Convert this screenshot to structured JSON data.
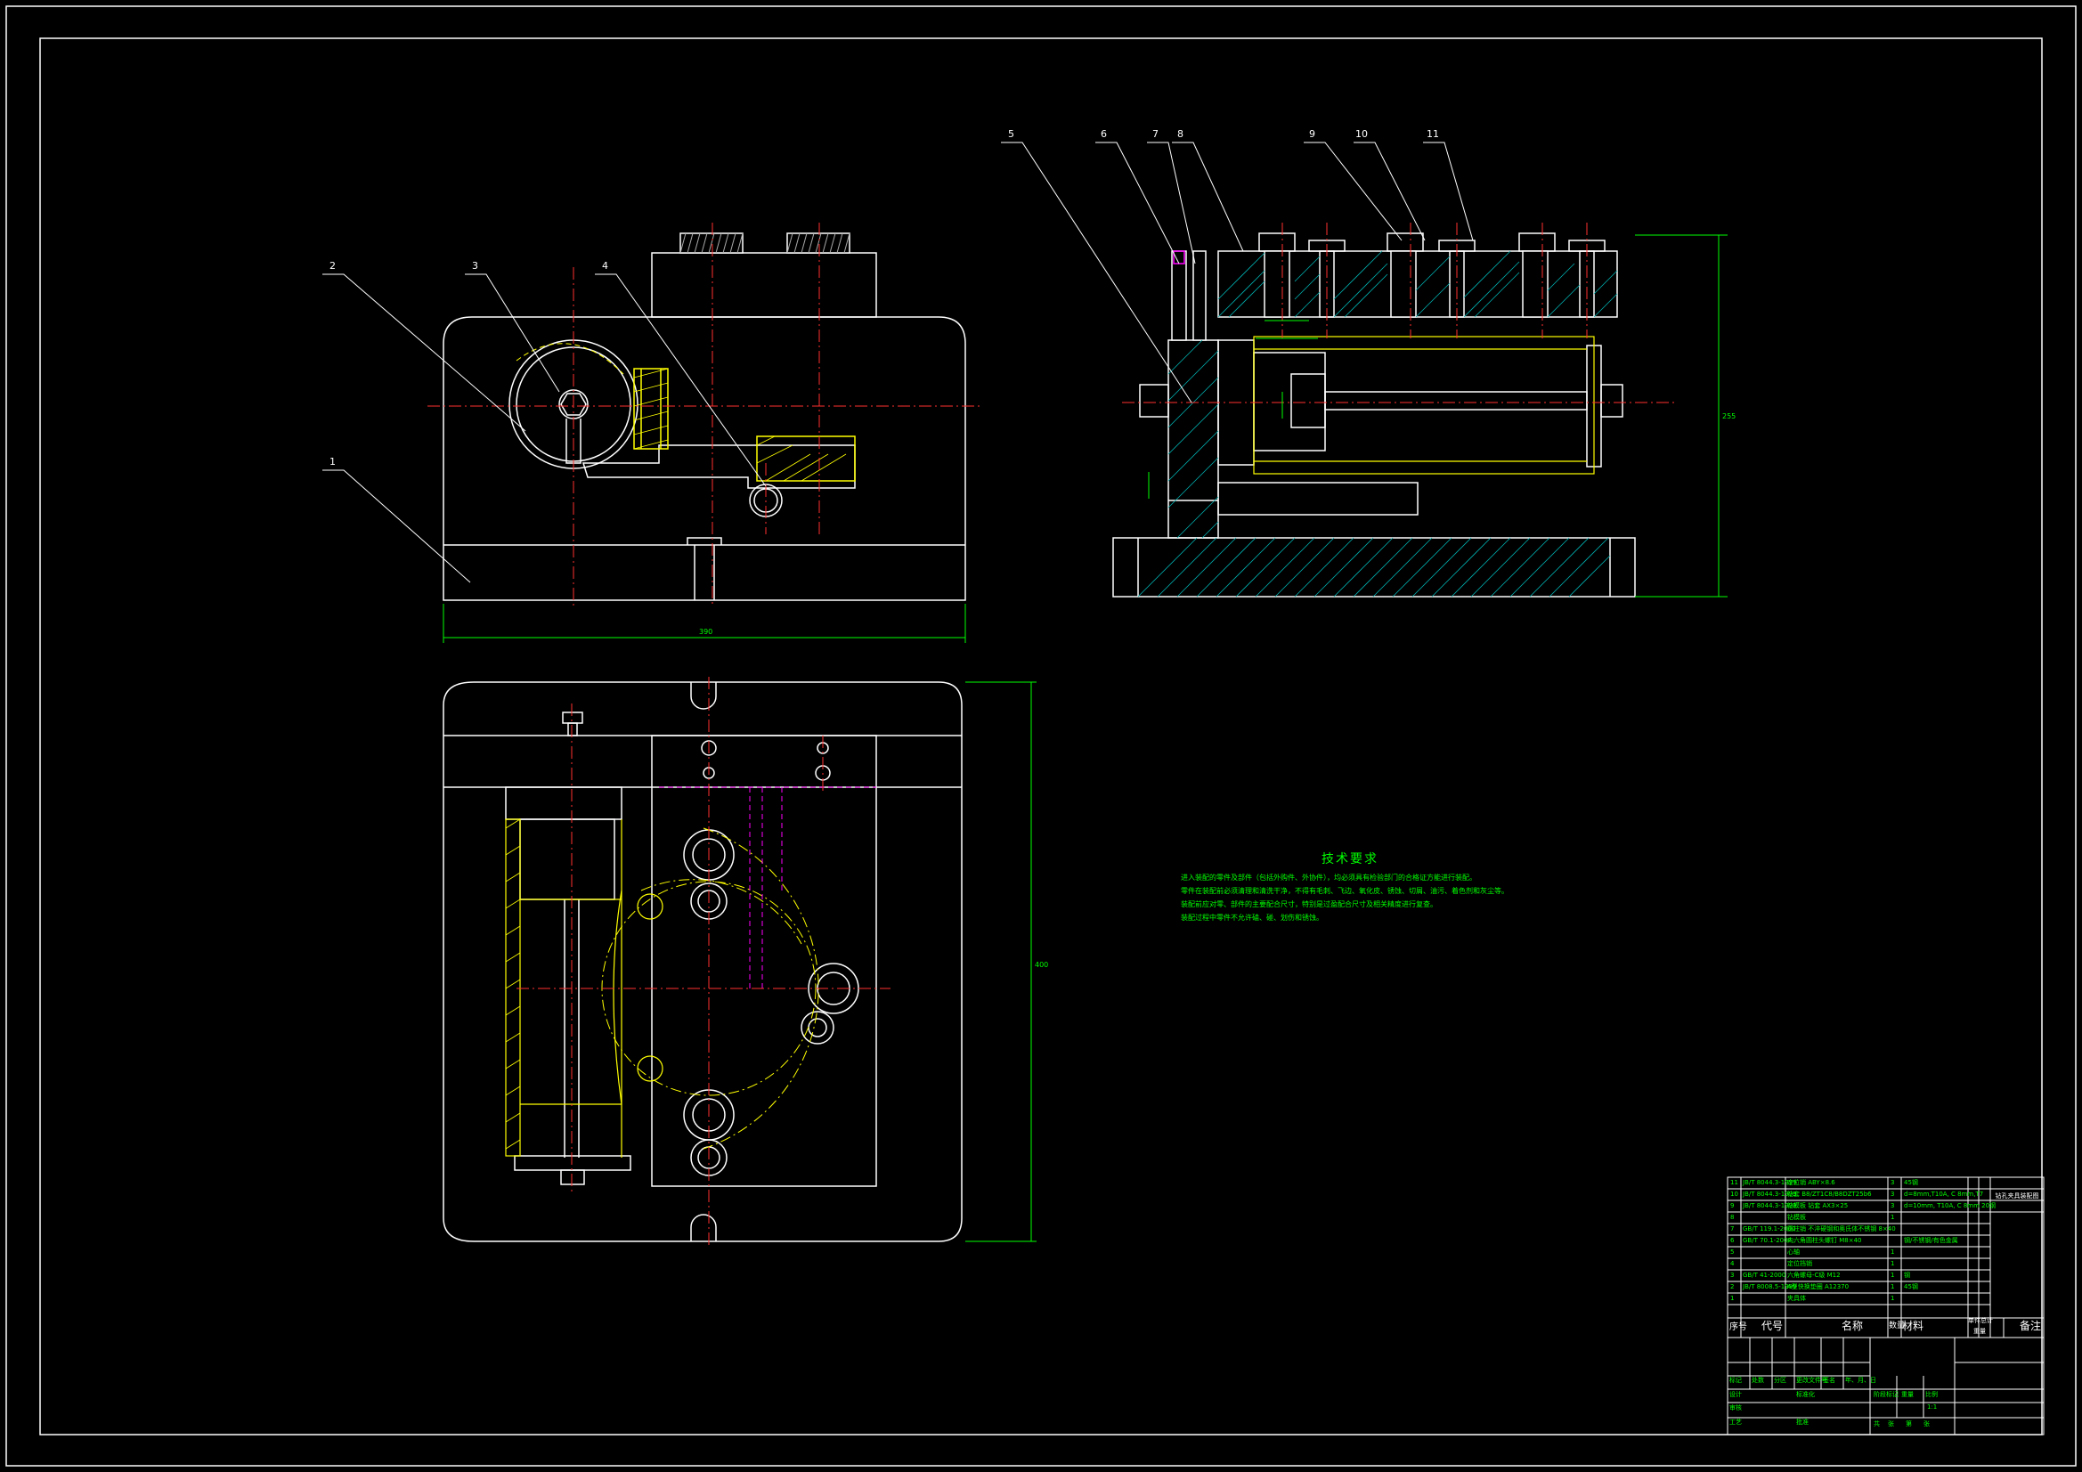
{
  "callouts": [
    "1",
    "2",
    "3",
    "4",
    "5",
    "6",
    "7",
    "8",
    "9",
    "10",
    "11"
  ],
  "dimensions": {
    "front_width": "390",
    "top_height": "400",
    "side_height": "255"
  },
  "technical_requirements": {
    "title": "技术要求",
    "lines": [
      "进入装配的零件及部件（包括外购件、外协件），均必须具有检验部门的合格证方能进行装配。",
      "零件在装配前必须清理和清洗干净，不得有毛刺、飞边、氧化皮、锈蚀、切屑、油污、着色剂和灰尘等。",
      "装配前应对零、部件的主要配合尺寸，特别是过盈配合尺寸及相关精度进行复查。",
      "装配过程中零件不允许磕、碰、划伤和锈蚀。"
    ]
  },
  "bom": [
    {
      "no": "11",
      "code": "JB/T 8044.3-1999",
      "name": "定位销 ABY×8.6",
      "qty": "3",
      "material": "45钢",
      "note": ""
    },
    {
      "no": "10",
      "code": "JB/T 8044.3-1999",
      "name": "钻套 B8/ZT1C8/B8DZT25b6",
      "qty": "3",
      "material": "d=8mm,T10A, C 8mm,T7",
      "note": ""
    },
    {
      "no": "9",
      "code": "JB/T 8044.3-1999",
      "name": "钻模板 钻套 AX3×25",
      "qty": "3",
      "material": "d=10mm, T10A, C 8mm 20钢",
      "note": ""
    },
    {
      "no": "8",
      "code": "",
      "name": "钻模板",
      "qty": "1",
      "material": "",
      "note": ""
    },
    {
      "no": "7",
      "code": "GB/T 119.1-2000",
      "name": "圆柱销 不淬硬钢和奥氏体不锈钢 8×40",
      "qty": "",
      "material": "",
      "note": ""
    },
    {
      "no": "6",
      "code": "GB/T 70.1-2008",
      "name": "内六角圆柱头螺钉 M8×40",
      "qty": "",
      "material": "钢/不锈钢/有色金属",
      "note": ""
    },
    {
      "no": "5",
      "code": "",
      "name": "心轴",
      "qty": "1",
      "material": "",
      "note": ""
    },
    {
      "no": "4",
      "code": "",
      "name": "定位挡销",
      "qty": "1",
      "material": "",
      "note": ""
    },
    {
      "no": "3",
      "code": "GB/T 41-2000",
      "name": "六角螺母-C级 M12",
      "qty": "1",
      "material": "钢",
      "note": ""
    },
    {
      "no": "2",
      "code": "JB/T 8008.5-1999",
      "name": "A型快换垫圈 A12370",
      "qty": "1",
      "material": "45钢",
      "note": ""
    },
    {
      "no": "1",
      "code": "",
      "name": "夹具体",
      "qty": "1",
      "material": "",
      "note": ""
    }
  ],
  "bom_header": {
    "no": "序号",
    "code": "代号",
    "name": "名称",
    "qty": "数量",
    "material": "材料",
    "unit": "单件",
    "total": "总计",
    "weight": "重量",
    "note": "备注"
  },
  "title_block": {
    "labels": [
      "标记",
      "处数",
      "分区",
      "更改文件号",
      "签名",
      "年、月、日",
      "设计",
      "标准化",
      "审核",
      "工艺",
      "批准",
      "阶段标记",
      "重量",
      "比例",
      "共",
      "张",
      "第",
      "张"
    ],
    "scale": "1:1",
    "drawing_name": "钻孔夹具装配图"
  }
}
